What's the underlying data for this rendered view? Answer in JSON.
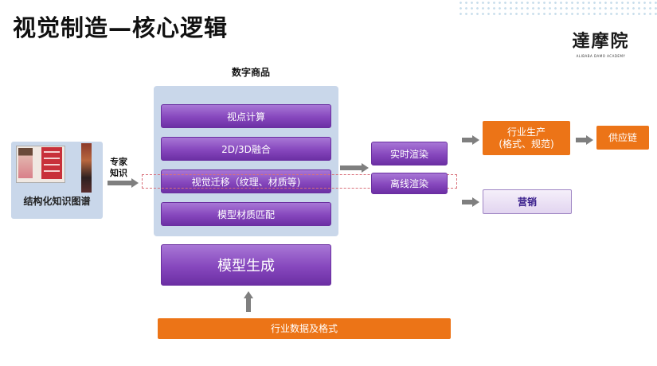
{
  "header": {
    "title": "视觉制造—核心逻辑",
    "logo_text": "達摩院",
    "logo_subtext": "ALIBABA DAMO ACADEMY"
  },
  "knowledge_graph": {
    "label": "结构化知识图谱"
  },
  "expert_knowledge": {
    "line1": "专家",
    "line2": "知识"
  },
  "digital_goods": {
    "label": "数字商品",
    "items": [
      "视点计算",
      "2D/3D融合",
      "视觉迁移（纹理、材质等)",
      "模型材质匹配"
    ]
  },
  "model_generation": {
    "label": "模型生成"
  },
  "industry_data": {
    "label": "行业数据及格式"
  },
  "rendering": {
    "realtime": "实时渲染",
    "offline": "离线渲染"
  },
  "industry_production": {
    "line1": "行业生产",
    "line2": "(格式、规范)"
  },
  "supply_chain": {
    "label": "供应链"
  },
  "marketing": {
    "label": "营销"
  },
  "colors": {
    "purple": "#8647bd",
    "orange": "#ec7417",
    "panel": "#c9d7ea",
    "arrow": "#7f7f7f"
  }
}
